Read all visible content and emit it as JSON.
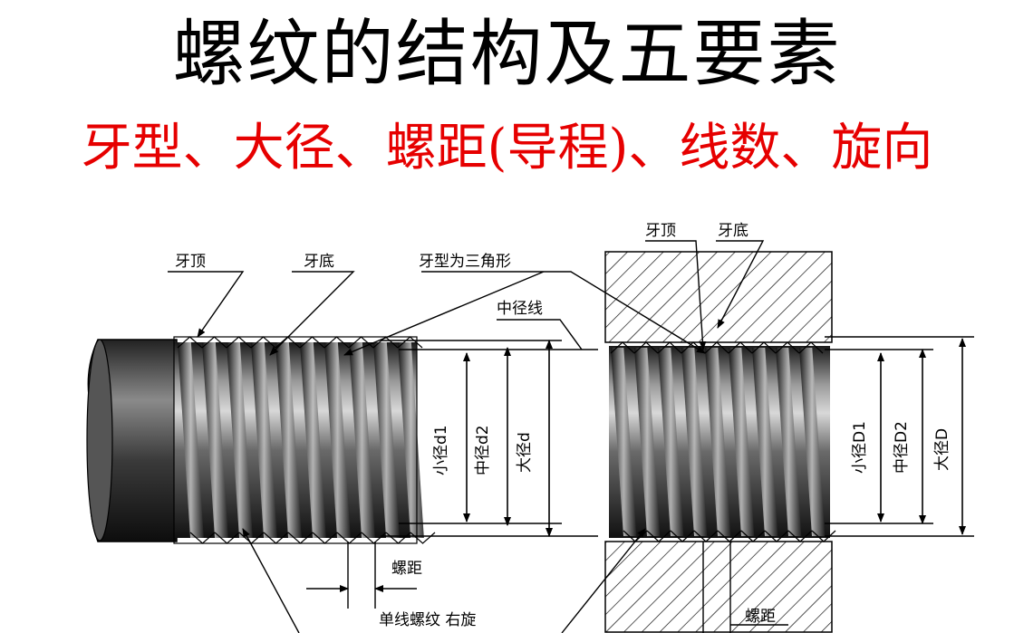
{
  "title": "螺纹的结构及五要素",
  "subtitle": "牙型、大径、螺距(导程)、线数、旋向",
  "external_thread": {
    "crest_label": "牙顶",
    "root_label": "牙底",
    "profile_label": "牙型为三角形",
    "pitch_line_label": "中径线",
    "minor_diameter_label": "小径d1",
    "pitch_diameter_label": "中径d2",
    "major_diameter_label": "大径d",
    "pitch_label": "螺距",
    "thread_type_label": "单线螺纹  右旋"
  },
  "internal_thread": {
    "crest_label": "牙顶",
    "root_label": "牙底",
    "minor_diameter_label": "小径D1",
    "pitch_diameter_label": "中径D2",
    "major_diameter_label": "大径D",
    "pitch_label": "螺距"
  },
  "colors": {
    "title": "#000000",
    "subtitle": "#e60000"
  }
}
